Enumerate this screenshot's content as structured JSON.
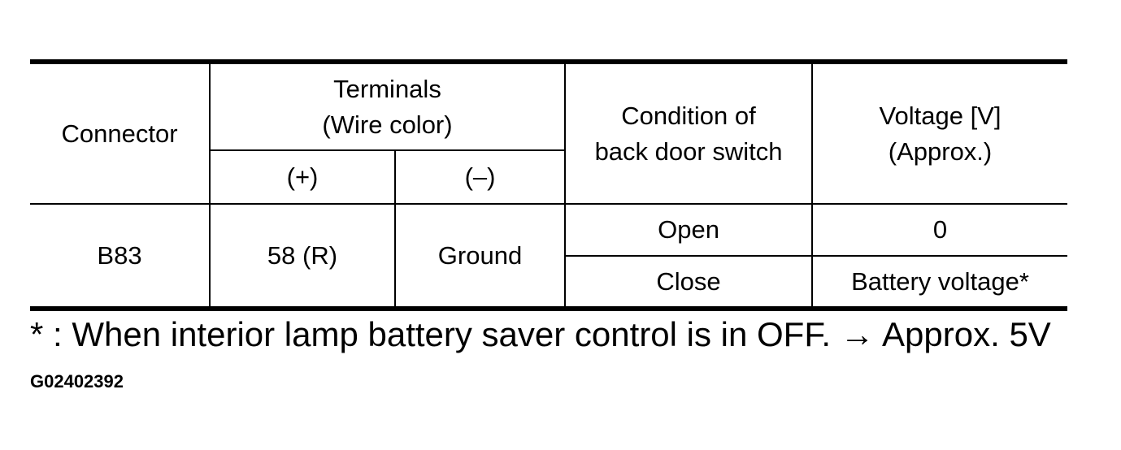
{
  "table": {
    "headers": {
      "connector": "Connector",
      "terminals_line1": "Terminals",
      "terminals_line2": "(Wire color)",
      "plus": "(+)",
      "minus": "(–)",
      "condition_line1": "Condition of",
      "condition_line2": "back door switch",
      "voltage_line1": "Voltage [V]",
      "voltage_line2": "(Approx.)"
    },
    "row": {
      "connector": "B83",
      "plus": "58 (R)",
      "minus": "Ground",
      "conditions": [
        {
          "condition": "Open",
          "voltage": "0"
        },
        {
          "condition": "Close",
          "voltage": "Battery voltage*"
        }
      ]
    }
  },
  "footnote": "* : When interior lamp battery saver control is in OFF. → Approx. 5V",
  "figure_code": "G02402392"
}
